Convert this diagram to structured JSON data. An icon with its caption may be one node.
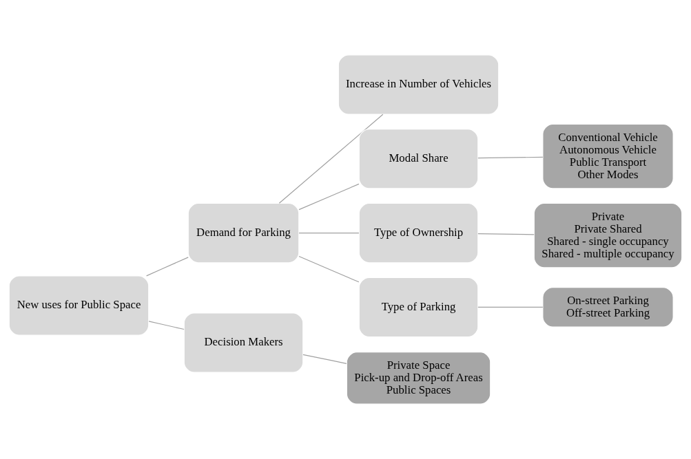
{
  "diagram": {
    "nodes": [
      {
        "text": [
          "New uses for Public Space"
        ]
      },
      {
        "text": [
          "Demand for Parking"
        ]
      },
      {
        "text": [
          "Increase in Number of Vehicles"
        ]
      },
      {
        "text": [
          "Modal Share"
        ]
      },
      {
        "text": [
          "Type of Ownership"
        ]
      },
      {
        "text": [
          "Type of Parking"
        ]
      },
      {
        "text": [
          "Decision Makers"
        ]
      },
      {
        "text": [
          "Conventional Vehicle",
          "Autonomous Vehicle",
          "Public Transport",
          "Other Modes"
        ]
      },
      {
        "text": [
          "Private",
          "Private Shared",
          "Shared - single occupancy",
          "Shared - multiple occupancy"
        ]
      },
      {
        "text": [
          "On-street Parking",
          "Off-street Parking"
        ]
      },
      {
        "text": [
          "Private Space",
          "Pick-up and Drop-off Areas",
          "Public Spaces"
        ]
      }
    ],
    "edges": [
      {
        "from": 0,
        "to": 1,
        "arrow": "none"
      },
      {
        "from": 0,
        "to": 6,
        "arrow": "none"
      },
      {
        "from": 1,
        "to": 2,
        "arrow": "none"
      },
      {
        "from": 1,
        "to": 3,
        "arrow": "none"
      },
      {
        "from": 1,
        "to": 4,
        "arrow": "none"
      },
      {
        "from": 1,
        "to": 5,
        "arrow": "none"
      },
      {
        "from": 3,
        "to": 7,
        "arrow": "none"
      },
      {
        "from": 4,
        "to": 8,
        "arrow": "none"
      },
      {
        "from": 5,
        "to": 9,
        "arrow": "none"
      },
      {
        "from": 6,
        "to": 10,
        "arrow": "none"
      }
    ]
  }
}
